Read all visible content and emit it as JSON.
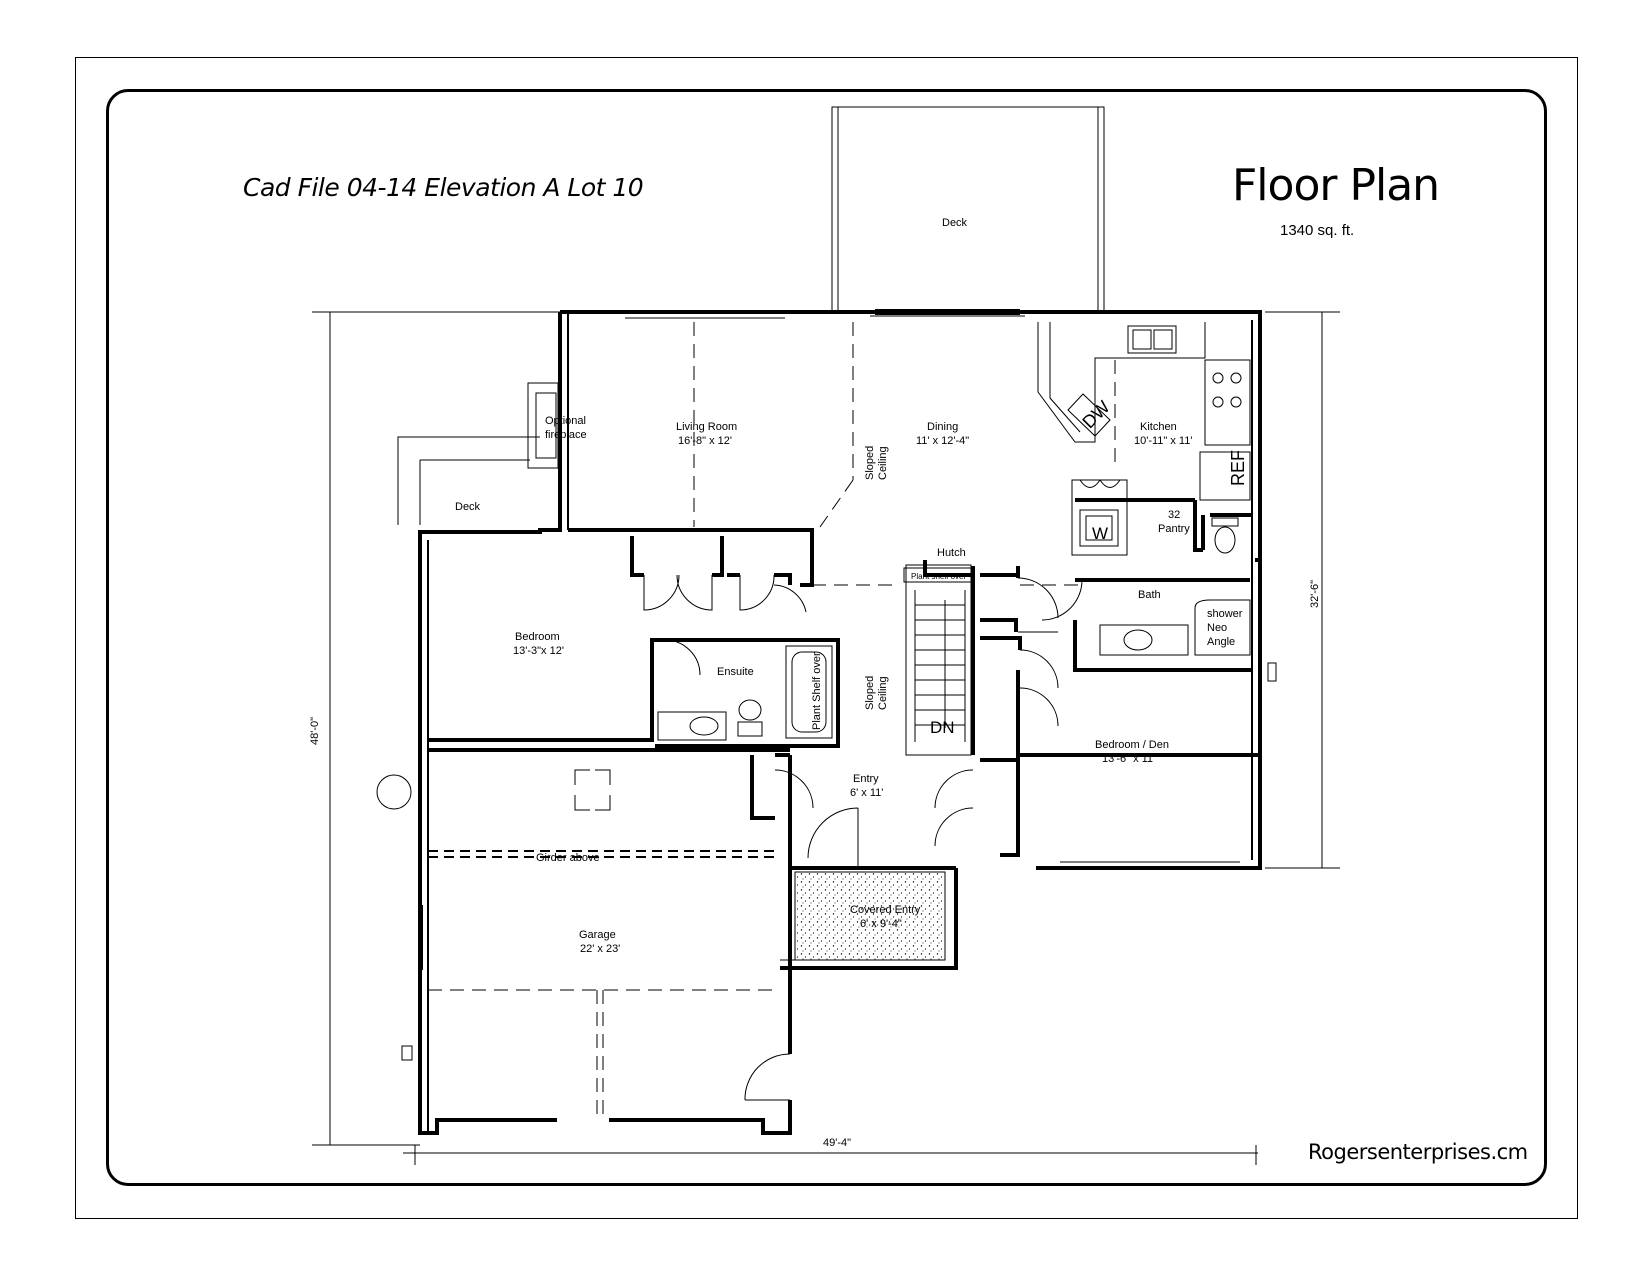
{
  "header": {
    "cad_title": "Cad File 04-14 Elevation A Lot 10",
    "plan_title": "Floor Plan",
    "area": "1340 sq. ft.",
    "site": "Rogersenterprises.cm"
  },
  "rooms": {
    "deck_top": "Deck",
    "deck_left": "Deck",
    "fireplace_1": "Optional",
    "fireplace_2": "fireplace",
    "living_name": "Living Room",
    "living_size": "16'-8\" x 12'",
    "dining_name": "Dining",
    "dining_size": "11' x 12'-4\"",
    "kitchen_name": "Kitchen",
    "kitchen_size": "10'-11\" x 11'",
    "dw": "DW",
    "ref": "REF",
    "washer": "W",
    "pantry_1": "32",
    "pantry_2": "Pantry",
    "hutch": "Hutch",
    "plant_shelf_top": "Plant shelf over",
    "bath": "Bath",
    "shower_1": "shower",
    "shower_2": "Neo",
    "shower_3": "Angle",
    "bedroom_name": "Bedroom",
    "bedroom_size": "13'-3\"x 12'",
    "ensuite": "Ensuite",
    "plant_shelf_ensuite": "Plant Shelf over",
    "sloped_1a": "Sloped",
    "sloped_1b": "Ceiling",
    "sloped_2a": "Sloped",
    "sloped_2b": "Ceiling",
    "dn": "DN",
    "bedden_name": "Bedroom / Den",
    "bedden_size": "13'-6\" x 11'",
    "entry_name": "Entry",
    "entry_size": "6' x 11'",
    "girder": "Girder above",
    "garage_name": "Garage",
    "garage_size": "22' x 23'",
    "covered_name": "Covered Entry",
    "covered_size": "6' x 9'-4\""
  },
  "dimensions": {
    "overall_depth": "48'-0\"",
    "right_depth": "32'-6\"",
    "overall_width": "49'-4\""
  }
}
